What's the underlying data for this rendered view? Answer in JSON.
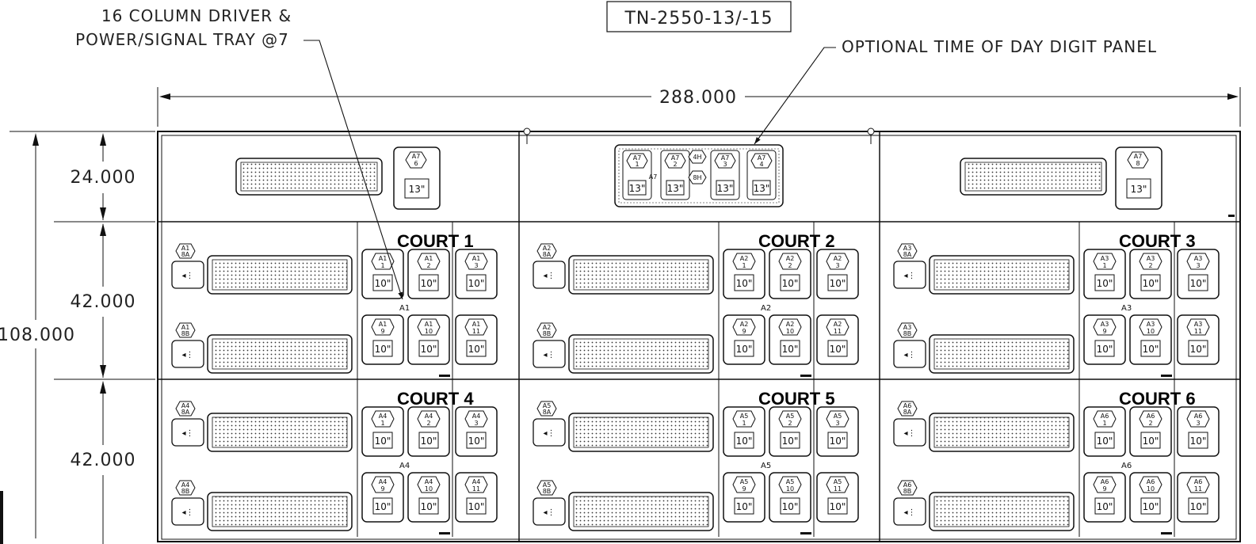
{
  "drawing_id": "TN-2550-13/-15",
  "callouts": {
    "driver_line1": "16 COLUMN DRIVER &",
    "driver_line2": "POWER/SIGNAL TRAY @7",
    "time_of_day": "OPTIONAL TIME OF DAY DIGIT PANEL"
  },
  "dimensions": {
    "overall_width": "288.000",
    "overall_height": "108.000",
    "top_row_height": "24.000",
    "middle_row_height": "42.000",
    "bottom_row_height": "42.000"
  },
  "top_row": {
    "left_digit": {
      "top": "A7",
      "num": "6",
      "size": "13\""
    },
    "right_digit": {
      "top": "A7",
      "num": "8",
      "size": "13\""
    },
    "center_digits": [
      {
        "top": "A7",
        "num": "1",
        "size": "13\""
      },
      {
        "top": "A7",
        "num": "2",
        "size": "13\""
      },
      {
        "top": "A7",
        "num": "3",
        "size": "13\""
      },
      {
        "top": "A7",
        "num": "4",
        "size": "13\""
      }
    ],
    "center_marks": {
      "hour": "4H",
      "minute": "8H",
      "group": "A7"
    }
  },
  "courts": [
    {
      "label": "COURT 1",
      "group": "A1",
      "sign_a": "8A",
      "sign_b": "8B",
      "digits": [
        "1",
        "2",
        "3",
        "9",
        "10",
        "11"
      ],
      "size": "10\""
    },
    {
      "label": "COURT 2",
      "group": "A2",
      "sign_a": "8A",
      "sign_b": "8B",
      "digits": [
        "1",
        "2",
        "3",
        "9",
        "10",
        "11"
      ],
      "size": "10\""
    },
    {
      "label": "COURT 3",
      "group": "A3",
      "sign_a": "8A",
      "sign_b": "8B",
      "digits": [
        "1",
        "2",
        "3",
        "9",
        "10",
        "11"
      ],
      "size": "10\""
    },
    {
      "label": "COURT 4",
      "group": "A4",
      "sign_a": "8A",
      "sign_b": "8B",
      "digits": [
        "1",
        "2",
        "3",
        "9",
        "10",
        "11"
      ],
      "size": "10\""
    },
    {
      "label": "COURT 5",
      "group": "A5",
      "sign_a": "8A",
      "sign_b": "8B",
      "digits": [
        "1",
        "2",
        "3",
        "9",
        "10",
        "11"
      ],
      "size": "10\""
    },
    {
      "label": "COURT 6",
      "group": "A6",
      "sign_a": "8A",
      "sign_b": "8B",
      "digits": [
        "1",
        "2",
        "3",
        "9",
        "10",
        "11"
      ],
      "size": "10\""
    }
  ]
}
